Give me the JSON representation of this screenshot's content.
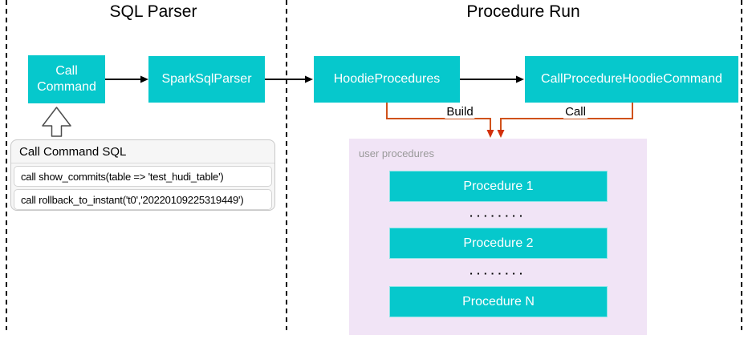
{
  "colors": {
    "node_teal": "#06C8CC",
    "panel_purple": "#F1E4F6",
    "orange_connector": "#D0521B",
    "red_arrowhead": "#D2300C",
    "muted_label_gray": "#999999",
    "black": "#000000",
    "white": "#FFFFFF"
  },
  "sections": {
    "sql_parser_title": "SQL Parser",
    "procedure_run_title": "Procedure Run"
  },
  "nodes": {
    "call_command": "Call Command",
    "spark_sql_parser": "SparkSqlParser",
    "hoodie_procedures": "HoodieProcedures",
    "call_procedure_hoodie_command": "CallProcedureHoodieCommand"
  },
  "edges": {
    "build_label": "Build",
    "call_label": "Call"
  },
  "sql_card": {
    "title": "Call Command SQL",
    "rows": [
      "call show_commits(table => 'test_hudi_table')",
      "call rollback_to_instant('t0','20220109225319449')"
    ]
  },
  "procedures_panel": {
    "label": "user procedures",
    "items": [
      "Procedure 1",
      "Procedure 2",
      "Procedure N"
    ],
    "dots": "▪▪▪▪▪▪▪▪"
  }
}
